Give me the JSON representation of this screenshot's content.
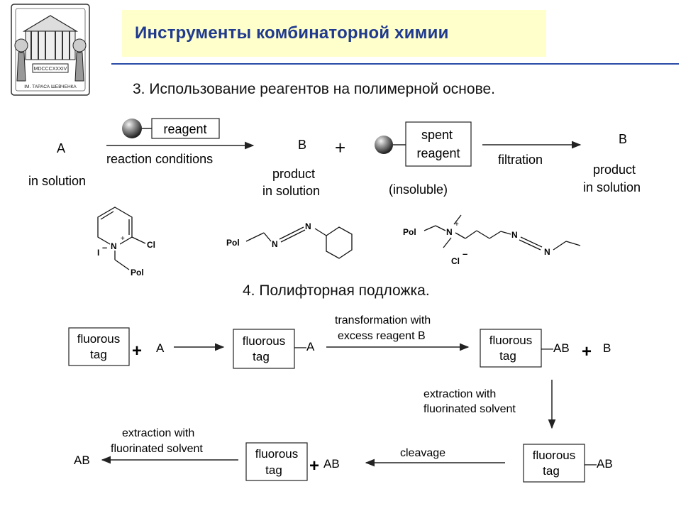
{
  "header": {
    "title": "Инструменты комбинаторной химии",
    "logo_text": "MDCCCXXXIV",
    "logo_caption": "ІМ. ТАРАСА ШЕВЧЕНКА"
  },
  "section3": {
    "heading": "3. Использование реагентов на полимерной основе.",
    "a_label": "A",
    "a_sub": "in solution",
    "reagent": "reagent",
    "conditions": "reaction conditions",
    "b1_label": "B",
    "b1_sub1": "product",
    "b1_sub2": "in solution",
    "plus": "+",
    "spent1": "spent",
    "spent2": "reagent",
    "insoluble": "(insoluble)",
    "filtration": "filtration",
    "b2_label": "B",
    "b2_sub1": "product",
    "b2_sub2": "in solution"
  },
  "structures": {
    "s1_n": "N",
    "s1_plus": "+",
    "s1_cl": "Cl",
    "s1_i": "I",
    "s1_minus": "–",
    "s1_pol": "Pol",
    "s2_pol": "Pol",
    "s2_n1": "N",
    "s2_n2": "N",
    "s3_pol": "Pol",
    "s3_n": "N",
    "s3_plus": "+",
    "s3_cl": "Cl",
    "s3_minus": "–",
    "s3_n1": "N",
    "s3_n2": "N"
  },
  "section4": {
    "heading": "4. Полифторная подложка.",
    "fluorous": "fluorous",
    "tag": "tag",
    "plus": "+",
    "a": "A",
    "dash_a": "—A",
    "transform1": "transformation with",
    "transform2": "excess reagent B",
    "dash_ab": "—AB",
    "b": "B",
    "extract1": "extraction with",
    "extract2": "fluorinated solvent",
    "cleavage": "cleavage",
    "ab": "AB",
    "ext_left1": "extraction with",
    "ext_left2": "fluorinated solvent",
    "ab_final": "AB"
  }
}
